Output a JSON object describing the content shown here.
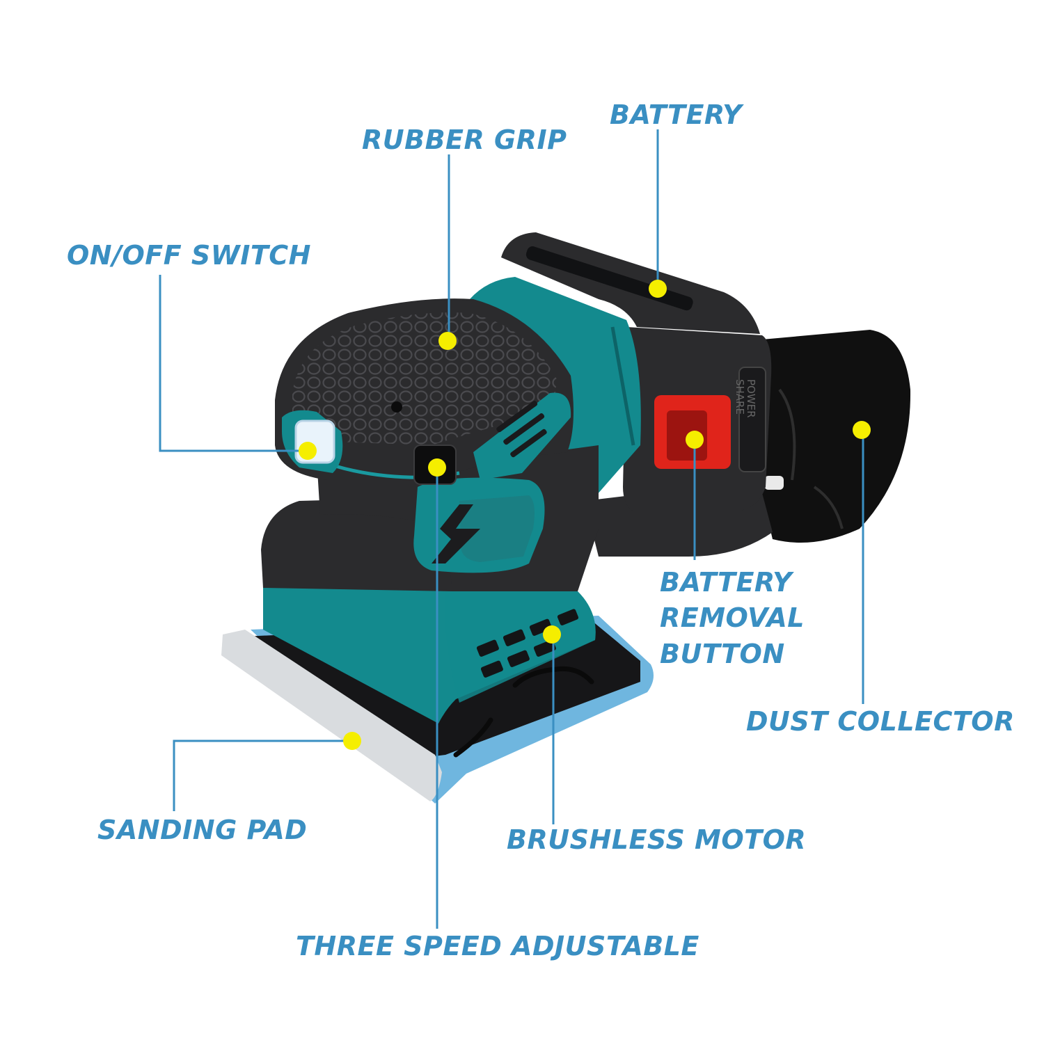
{
  "colors": {
    "label_text": "#3a8fc2",
    "leader_line": "#3a8fc2",
    "hotspot_dot": "#f5ee00",
    "tool_body": "#2b2b2d",
    "tool_accent": "#138a8e",
    "release_button": "#e0241b",
    "pad_base": "#6fb6df",
    "sandpaper": "#d9dcdf",
    "dust_bag": "#101010",
    "background": "#ffffff"
  },
  "battery_marking": [
    "POWER",
    "SHARE"
  ],
  "callouts": {
    "rubber_grip": {
      "lines": [
        "RUBBER GRIP"
      ]
    },
    "battery": {
      "lines": [
        "BATTERY"
      ]
    },
    "on_off_switch": {
      "lines": [
        "ON/OFF SWITCH"
      ]
    },
    "battery_removal_button": {
      "lines": [
        "BATTERY",
        "REMOVAL",
        "BUTTON"
      ]
    },
    "dust_collector": {
      "lines": [
        "DUST COLLECTOR"
      ]
    },
    "sanding_pad": {
      "lines": [
        "SANDING PAD"
      ]
    },
    "brushless_motor": {
      "lines": [
        "BRUSHLESS MOTOR"
      ]
    },
    "three_speed_adjustable": {
      "lines": [
        "THREE SPEED ADJUSTABLE"
      ]
    }
  }
}
